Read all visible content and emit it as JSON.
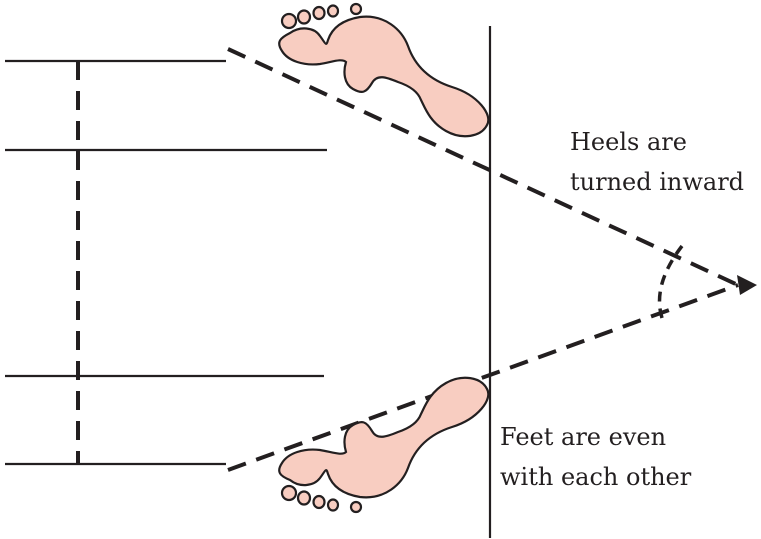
{
  "annotations": {
    "heels_line1": "Heels are",
    "heels_line2": "turned inward",
    "feet_line1": "Feet are even",
    "feet_line2": "with each other"
  },
  "colors": {
    "foot_fill": "#f8cdc1",
    "ink": "#231f20"
  }
}
